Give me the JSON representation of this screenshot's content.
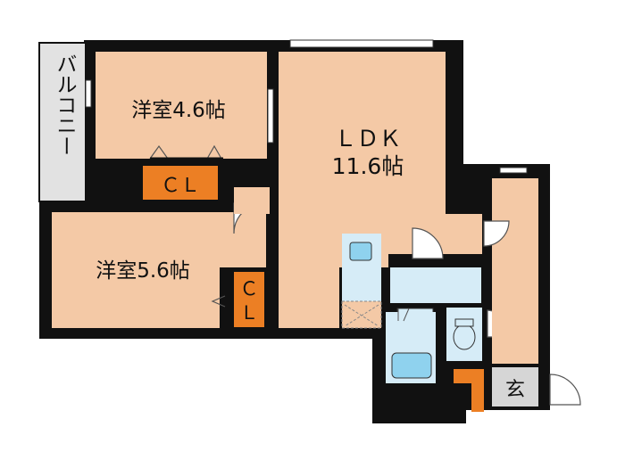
{
  "colors": {
    "room": "#f4c9a6",
    "wet_area": "#d6ecf7",
    "closet": "#ec7f24",
    "balcony": "#e2e2e2",
    "entrance": "#d6d6d6",
    "wall": "#111111",
    "fixture": "#8fd2ee"
  },
  "rooms": {
    "balcony": "バルコニー",
    "western_room_a": "洋室4.6帖",
    "ldk_line1": "ＬＤＫ",
    "ldk_line2": "11.6帖",
    "western_room_b": "洋室5.6帖",
    "closet_a": "ＣＬ",
    "closet_b_line1": "Ｃ",
    "closet_b_line2": "Ｌ",
    "entrance": "玄"
  },
  "icons": {
    "bathtub": "bathtub-icon",
    "toilet": "toilet-icon",
    "washbasin": "washbasin-icon",
    "washer": "washing-machine-pan-icon"
  }
}
